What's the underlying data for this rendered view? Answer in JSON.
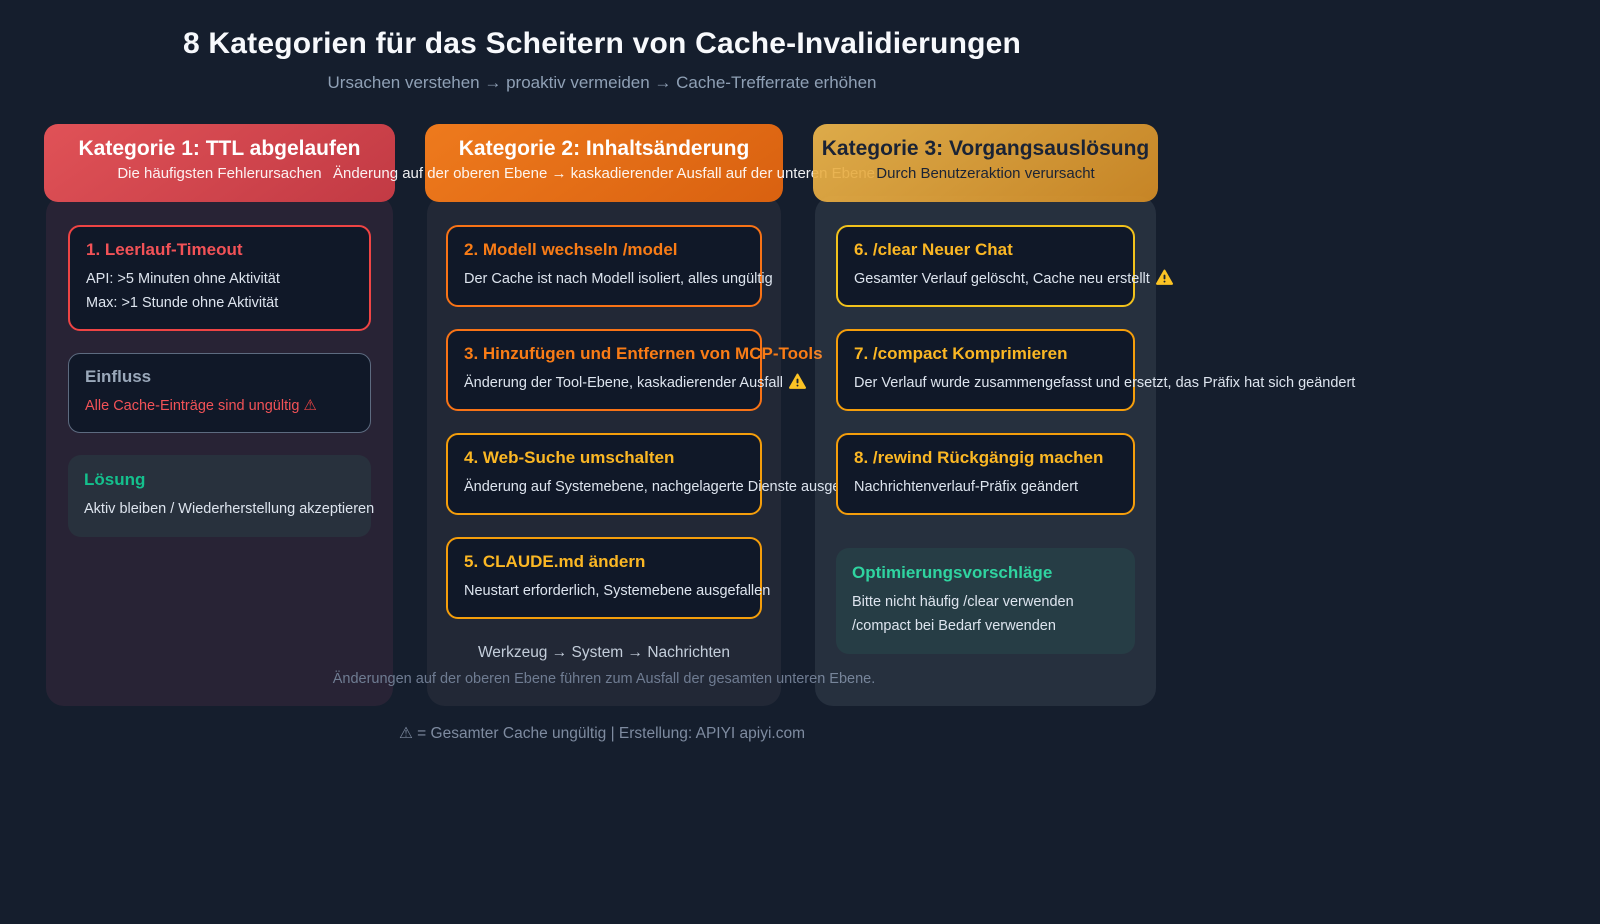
{
  "page": {
    "title": "8 Kategorien für das Scheitern von Cache-Invalidierungen",
    "subtitle": "Ursachen verstehen → proaktiv vermeiden → Cache-Trefferrate erhöhen",
    "footer": "⚠ = Gesamter Cache ungültig | Erstellung: APIYI apiyi.com"
  },
  "icons": {
    "warning_outline_glyph": "⚠",
    "warning_filled_name": "warning-triangle-filled"
  },
  "colors": {
    "background": "#151e2d",
    "category1_accent": "#e05257",
    "category2_accent": "#ee7a1d",
    "category3_accent": "#eab74c",
    "red": "#ef4444",
    "orange": "#f97316",
    "amber": "#fbbf24",
    "green": "#10b981",
    "slate": "#9aa8ba"
  },
  "columns": [
    {
      "header": {
        "title": "Kategorie 1: TTL abgelaufen",
        "subtitle": "Die häufigsten Fehlerursachen"
      },
      "cards": [
        {
          "title": "1. Leerlauf-Timeout",
          "line1": "API: >5 Minuten ohne Aktivität",
          "line2": "Max: >1 Stunde ohne Aktivität"
        },
        {
          "title": "Einfluss",
          "body": "Alle Cache-Einträge sind ungültig"
        },
        {
          "title": "Lösung",
          "body": "Aktiv bleiben / Wiederherstellung akzeptieren"
        }
      ]
    },
    {
      "header": {
        "title": "Kategorie 2: Inhaltsänderung",
        "subtitle": "Änderung auf der oberen Ebene → kaskadierender Ausfall auf der unteren Ebene"
      },
      "cards": [
        {
          "title": "2. Modell wechseln /model",
          "body": "Der Cache ist nach Modell isoliert, alles ungültig"
        },
        {
          "title": "3. Hinzufügen und Entfernen von MCP-Tools",
          "body": "Änderung der Tool-Ebene, kaskadierender Ausfall"
        },
        {
          "title": "4. Web-Suche umschalten",
          "body": "Änderung auf Systemebene, nachgelagerte Dienste ausgefallen"
        },
        {
          "title": "5. CLAUDE.md ändern",
          "body": "Neustart erforderlich, Systemebene ausgefallen"
        }
      ],
      "flow_label": "Werkzeug → System → Nachrichten",
      "caption": "Änderungen auf der oberen Ebene führen zum Ausfall der gesamten unteren Ebene."
    },
    {
      "header": {
        "title": "Kategorie 3: Vorgangsauslösung",
        "subtitle": "Durch Benutzeraktion verursacht"
      },
      "cards": [
        {
          "title": "6. /clear Neuer Chat",
          "body": "Gesamter Verlauf gelöscht, Cache neu erstellt"
        },
        {
          "title": "7. /compact Komprimieren",
          "body": "Der Verlauf wurde zusammengefasst und ersetzt, das Präfix hat sich geändert"
        },
        {
          "title": "8. /rewind Rückgängig machen",
          "body": "Nachrichtenverlauf-Präfix geändert"
        },
        {
          "title": "Optimierungsvorschläge",
          "line1": "Bitte nicht häufig /clear verwenden",
          "line2": "/compact bei Bedarf verwenden"
        }
      ]
    }
  ]
}
